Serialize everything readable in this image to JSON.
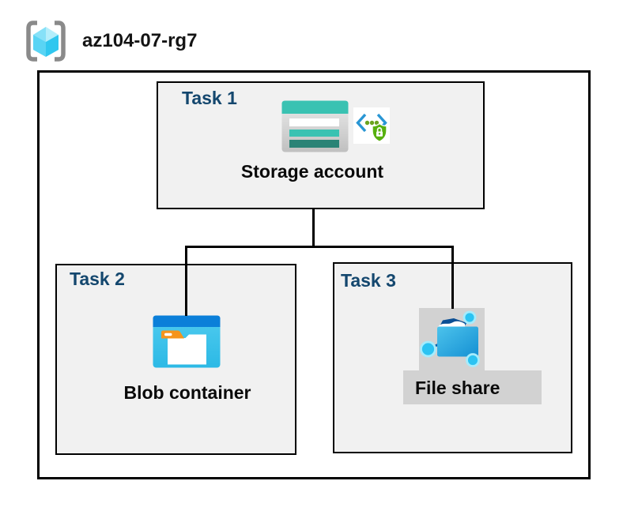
{
  "header": {
    "resource_group_name": "az104-07-rg7"
  },
  "tasks": {
    "task1": {
      "label": "Task 1",
      "item": "Storage account"
    },
    "task2": {
      "label": "Task 2",
      "item": "Blob container"
    },
    "task3": {
      "label": "Task 3",
      "item": "File share"
    }
  },
  "icons": {
    "resource_group": "azure-resource-group-icon",
    "storage_account": "azure-storage-account-icon",
    "secure_api": "api-brackets-with-security-shield-icon",
    "blob_container": "azure-blob-container-icon",
    "file_share": "azure-file-share-icon"
  },
  "colors": {
    "task-label": "#14476e",
    "box-fill": "#f1f1f1",
    "box-border": "#000000",
    "connector": "#000000",
    "label-bg": "#d2d2d2",
    "storage-teal": "#3ac2b2",
    "storage-teal-dark": "#2a8376",
    "blob-blue": "#0b7fd9",
    "tab-orange": "#f5941c",
    "node-cyan": "#2bc3f2",
    "node-ring": "#a5ecfd",
    "share-line-blue": "#0f62ad",
    "flap-navy": "#0b4f94",
    "bracket-blue": "#2996d4",
    "dot-green": "#6aa31f",
    "shield-green": "#57b00e",
    "rg-bracket-gray": "#8a8a8a"
  }
}
